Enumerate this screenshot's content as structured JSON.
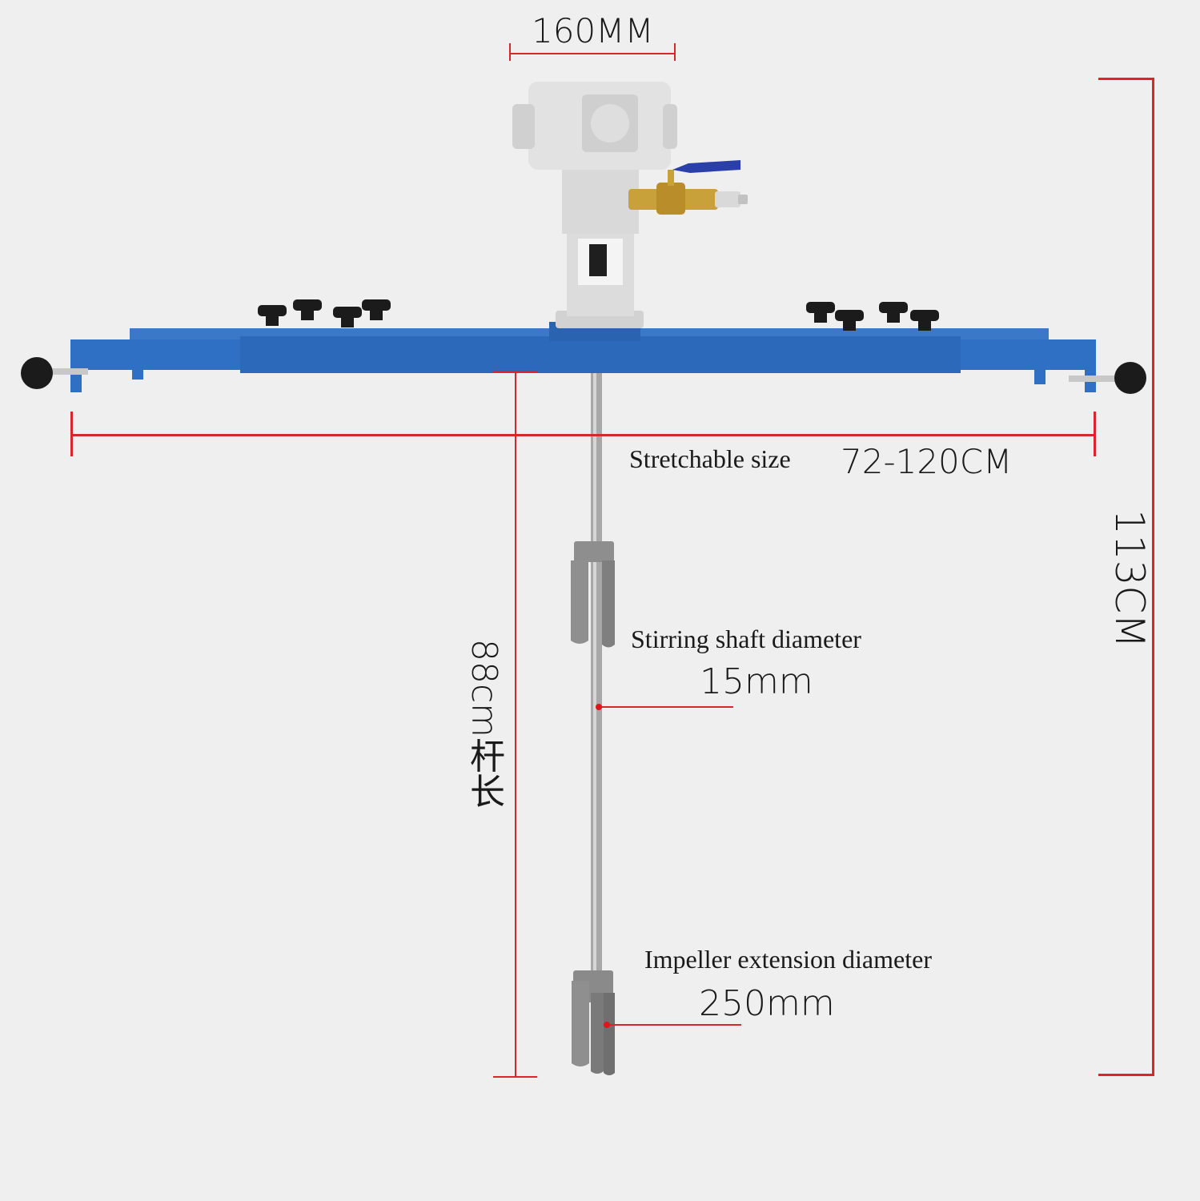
{
  "diagram": {
    "subject": "Pneumatic stirrer with adjustable mounting bracket",
    "colors": {
      "background": "#efefef",
      "dimension_line": "#d8262b",
      "bracket_blue": "#2f6fc4",
      "motor_silver": "#dcdcdc",
      "valve_brass": "#c9a13a",
      "valve_handle": "#2a3fa8",
      "knob_black": "#1b1b1b",
      "shaft_steel": "#a9a9a9"
    },
    "dimensions": {
      "motor_width": {
        "value": "160MM"
      },
      "stretchable": {
        "label": "Stretchable size",
        "value": "72-120CM"
      },
      "total_height": {
        "value": "113CM"
      },
      "rod_length": {
        "value": "88cm杆长"
      },
      "shaft_diameter": {
        "label": "Stirring shaft diameter",
        "value": "15mm"
      },
      "impeller_diameter": {
        "label": "Impeller extension diameter",
        "value": "250mm"
      }
    },
    "components": [
      "air-motor",
      "ball-valve",
      "quick-connector",
      "telescopic-bracket",
      "clamp-knobs",
      "stirring-shaft",
      "upper-impeller",
      "lower-impeller"
    ]
  }
}
